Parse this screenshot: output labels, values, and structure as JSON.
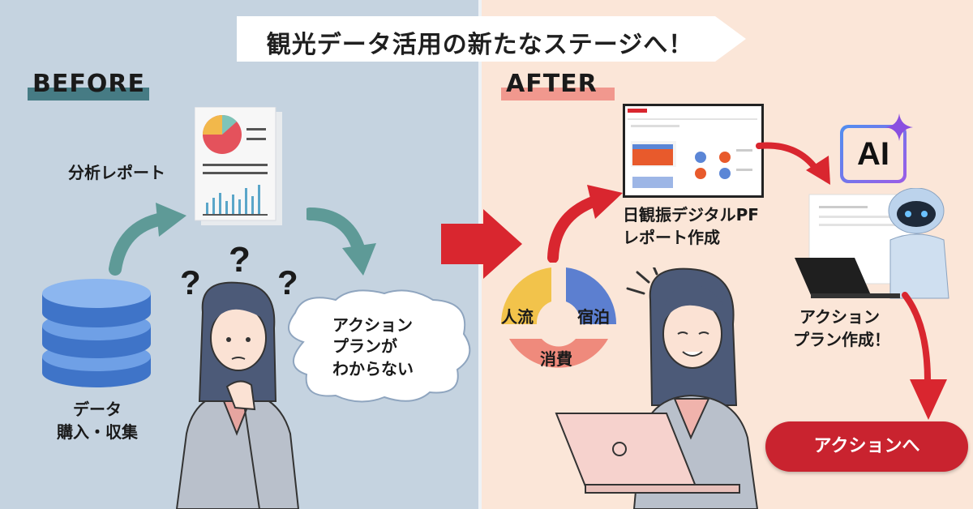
{
  "banner": {
    "title": "観光データ活用の新たなステージへ！"
  },
  "before": {
    "label": "BEFORE",
    "report_label": "分析レポート",
    "data_label_line1": "データ",
    "data_label_line2": "購入・収集",
    "bubble_line1": "アクション",
    "bubble_line2": "プランが",
    "bubble_line3": "わからない",
    "question_marks": [
      "?",
      "?",
      "?"
    ]
  },
  "after": {
    "label": "AFTER",
    "platform_line1": "日観振デジタルPF",
    "platform_line2": "レポート作成",
    "segments": {
      "people_flow": "人流",
      "lodging": "宿泊",
      "consumption": "消費"
    },
    "ai_label": "AI",
    "action_line1": "アクション",
    "action_line2": "プラン作成！",
    "cta_label": "アクションへ"
  },
  "colors": {
    "left_bg": "#c5d3e0",
    "right_bg": "#fbe6d8",
    "accent_red": "#d9262f",
    "teal_arrow": "#5e9a97",
    "db_blue": "#4f86d9",
    "cta_red": "#c9232f",
    "seg_yellow": "#f2c34b",
    "seg_blue": "#5c7fd0",
    "seg_salmon": "#ef8a7c"
  },
  "icons": [
    "database-icon",
    "report-document-icon",
    "thought-cloud-icon",
    "laptop-icon",
    "robot-icon",
    "ai-sparkle-icon",
    "arrow-right-icon"
  ]
}
